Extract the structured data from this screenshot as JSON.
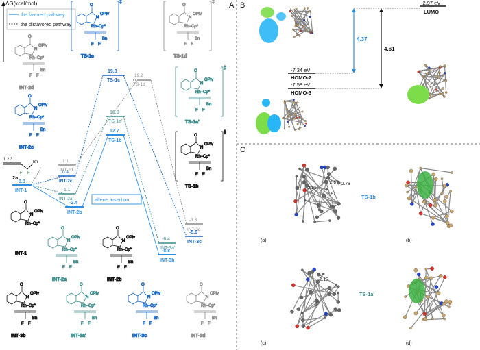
{
  "panel_labels": {
    "a": "A",
    "b": "B",
    "c": "C"
  },
  "energy_axis": {
    "label": "ΔG(kcal/mol)"
  },
  "legend": {
    "favored": "the favored pathway",
    "disfavored": "the disfavored pathway"
  },
  "profile_annotation": "allene insertion",
  "levels": [
    {
      "id": "INT-1",
      "label": "INT-1",
      "value": "0.0"
    },
    {
      "id": "INT-2d",
      "label": "INT-2d",
      "value": "1.1"
    },
    {
      "id": "INT-2c",
      "label": "INT-2c",
      "value": "0.4"
    },
    {
      "id": "INT-2a",
      "label": "INT-2a",
      "value": "-1.1"
    },
    {
      "id": "INT-2b",
      "label": "INT-2b",
      "value": "-2.4"
    },
    {
      "id": "TS-1c",
      "label": "TS-1c",
      "value": "19.8"
    },
    {
      "id": "TS-1d",
      "label": "TS-1d",
      "value": "19.2"
    },
    {
      "id": "TS-1a'",
      "label": "TS-1a'",
      "value": "16.0"
    },
    {
      "id": "TS-1b",
      "label": "TS-1b",
      "value": "12.7"
    },
    {
      "id": "INT-3d",
      "label": "INT-3d",
      "value": "-3.3"
    },
    {
      "id": "INT-3c",
      "label": "INT-3c",
      "value": "-5.0"
    },
    {
      "id": "INT-3a'",
      "label": "INT-3a'",
      "value": "-6.4"
    },
    {
      "id": "INT-3b",
      "label": "INT-3b",
      "value": "-8.8"
    }
  ],
  "reactant": {
    "label": "2a",
    "positions": "1 2 3"
  },
  "structures": {
    "int2d": "INT-2d",
    "int2c": "INT-2c",
    "int1": "INT-1",
    "int2a": "INT-2a",
    "int2b": "INT-2b",
    "ts1c": "TS-1c",
    "ts1d": "TS-1d",
    "ts1a": "TS-1a'",
    "ts1b": "TS-1b",
    "int3b": "INT-3b",
    "int3a": "INT-3a'",
    "int3c": "INT-3c",
    "int3d": "INT-3d"
  },
  "atom_labels": {
    "O": "O",
    "N": "N",
    "OPiv": "OPiv",
    "Rh": "Rh",
    "RhCp": "Rh–Cp*",
    "Cp": "Cp*",
    "F": "F",
    "Bn": "Bn",
    "dagger": "‡"
  },
  "orbitals": {
    "lumo_energy": "-2.97 eV",
    "lumo_label": "LUMO",
    "homo2_energy": "-7.34 eV",
    "homo2_label": "HOMO-2",
    "homo3_energy": "-7.58 eV",
    "homo3_label": "HOMO-3",
    "gap_small": "4.37",
    "gap_large": "4.61"
  },
  "panel_c": {
    "ts1b_label": "TS-1b",
    "ts1a_label": "TS-1a'",
    "dist_a1": "2.51",
    "dist_a2": "2.67",
    "dist_a3": "2.76",
    "dist_a4": "2.67",
    "dist_c1": "2.15",
    "sub_a": "(a)",
    "sub_b": "(b)",
    "sub_c": "(c)",
    "sub_d": "(d)"
  },
  "colors": {
    "favored": "#2a8fe0",
    "dark_blue": "#1565c0",
    "teal": "#3d8c8c",
    "gray": "#8a8a8a",
    "orbital_green": "#7ddc4a",
    "orbital_blue": "#29b6f6",
    "carbon": "#c8a56a",
    "oxygen": "#d9302c",
    "nitrogen": "#2244cc"
  }
}
